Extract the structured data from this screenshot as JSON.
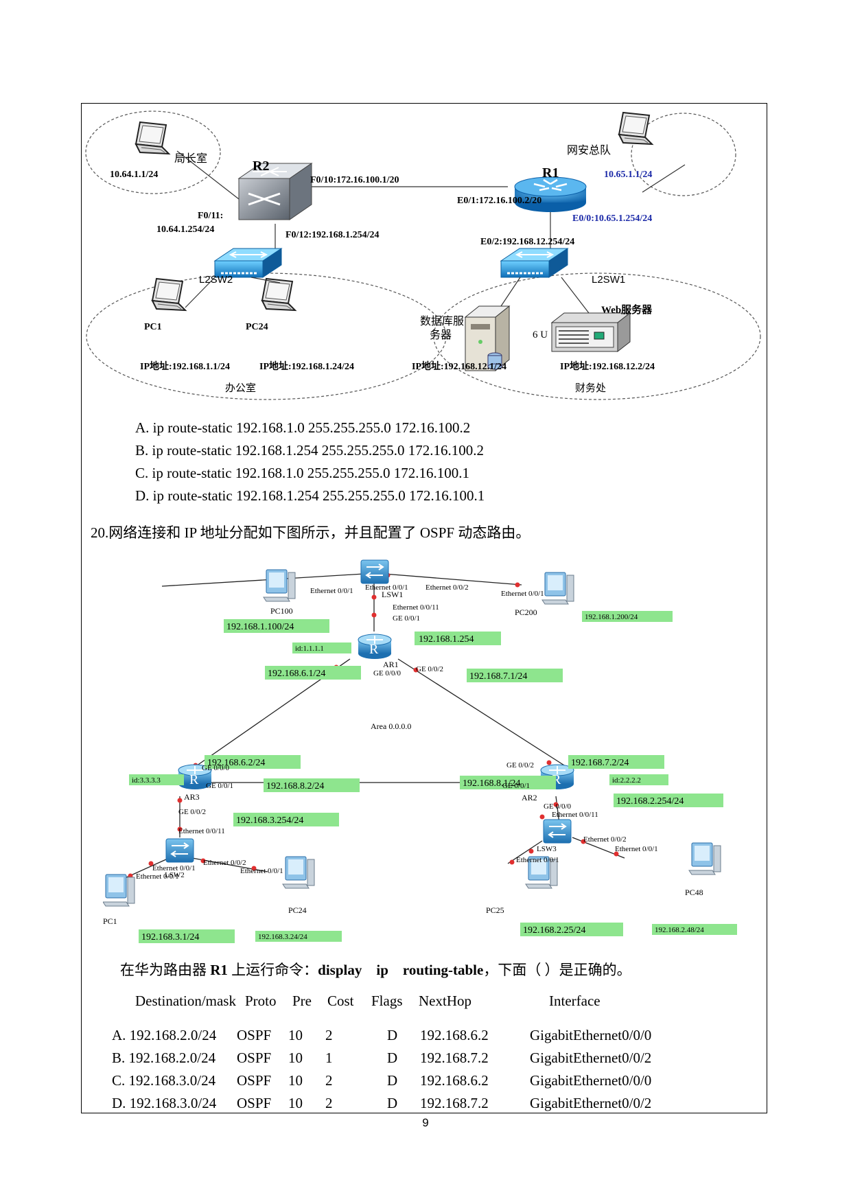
{
  "diagram1": {
    "r2": {
      "name": "R2",
      "f010": "F0/10:172.16.100.1/20",
      "f011_a": "F0/11:",
      "f011_b": "10.64.1.254/24",
      "f012": "F0/12:192.168.1.254/24"
    },
    "r1": {
      "name": "R1",
      "e01": "E0/1:172.16.100.2/20",
      "e00": "E0/0:10.65.1.254/24",
      "e02": "E0/2:192.168.12.254/24"
    },
    "juzhang": {
      "label": "局长室",
      "ip": "10.64.1.1/24"
    },
    "wangan": {
      "label": "网安总队",
      "ip": "10.65.1.1/24"
    },
    "l2sw2": "L2SW2",
    "l2sw1": "L2SW1",
    "pc1": {
      "label": "PC1",
      "ip": "IP地址:192.168.1.1/24"
    },
    "pc24": {
      "label": "PC24",
      "ip": "IP地址:192.168.1.24/24"
    },
    "office": "办公室",
    "db": {
      "line1": "数据库服",
      "line2": "务器",
      "ip": "IP地址:192.168.12.1/24"
    },
    "u6": "6 U",
    "web": {
      "label": "Web服务器",
      "ip": "IP地址:192.168.12.2/24"
    },
    "finance": "财务处"
  },
  "q19_options": [
    "A. ip route-static 192.168.1.0 255.255.255.0 172.16.100.2",
    "B. ip route-static 192.168.1.254 255.255.255.0 172.16.100.2",
    "C. ip route-static 192.168.1.0 255.255.255.0 172.16.100.1",
    "D. ip route-static 192.168.1.254 255.255.255.0 172.16.100.1"
  ],
  "q20": {
    "stem": "20.网络连接和 IP 地址分配如下图所示，并且配置了 OSPF 动态路由。",
    "cmd_pre": "在华为路由器 ",
    "cmd_r1": "R1",
    "cmd_mid": " 上运行命令：",
    "cmd": "display    ip    routing-table",
    "cmd_post": "，下面（     ）是正确的。",
    "headers": [
      "Destination/mask",
      "Proto",
      "Pre",
      "Cost",
      "Flags",
      "NextHop",
      "Interface"
    ],
    "rows": [
      [
        "A. 192.168.2.0/24",
        "OSPF",
        "10",
        "2",
        "D",
        "192.168.6.2",
        "GigabitEthernet0/0/0"
      ],
      [
        "B. 192.168.2.0/24",
        "OSPF",
        "10",
        "1",
        "D",
        "192.168.7.2",
        "GigabitEthernet0/0/2"
      ],
      [
        "C. 192.168.3.0/24",
        "OSPF",
        "10",
        "2",
        "D",
        "192.168.6.2",
        "GigabitEthernet0/0/0"
      ],
      [
        "D. 192.168.3.0/24",
        "OSPF",
        "10",
        "2",
        "D",
        "192.168.7.2",
        "GigabitEthernet0/0/2"
      ]
    ]
  },
  "diagram2": {
    "pc100": {
      "label": "PC100",
      "ip": "192.168.1.100/24",
      "port": "Ethernet 0/0/1"
    },
    "lsw1": {
      "label": "LSW1",
      "p1": "Ethernet 0/0/1",
      "p2": "Ethernet 0/0/2",
      "p11": "Ethernet 0/0/11"
    },
    "pc200": {
      "label": "PC200",
      "ip": "192.168.1.200/24",
      "port": "Ethernet 0/0/1"
    },
    "ar1": {
      "label": "AR1",
      "ge1": "GE 0/0/1",
      "ge0": "GE 0/0/0",
      "ge2": "GE 0/0/2",
      "id": "id:1.1.1.1",
      "ip1": "192.168.1.254",
      "ip6": "192.168.6.1/24",
      "ip7": "192.168.7.1/24"
    },
    "area": "Area  0.0.0.0",
    "ar3": {
      "label": "AR3",
      "ge0": "GE 0/0/0",
      "ge1": "GE 0/0/1",
      "ge2": "GE 0/0/2",
      "id": "id:3.3.3.3",
      "ip6": "192.168.6.2/24",
      "ip8": "192.168.8.2/24",
      "ip3": "192.168.3.254/24"
    },
    "ar2": {
      "label": "AR2",
      "ge2": "GE 0/0/2",
      "ge1": "GE 0/0/1",
      "ge0": "GE 0/0/0",
      "id": "id:2.2.2.2",
      "ip7": "192.168.7.2/24",
      "ip8": "192.168.8.1/24",
      "ip2": "192.168.2.254/24"
    },
    "lsw2": {
      "label": "LSW2",
      "p11": "Ethernet 0/0/11",
      "p1": "Ethernet 0/0/1",
      "p2": "Ethernet 0/0/2"
    },
    "pc1": {
      "label": "PC1",
      "ip": "192.168.3.1/24",
      "port": "Ethernet 0/0/1"
    },
    "pc24": {
      "label": "PC24",
      "ip": "192.168.3.24/24",
      "port": "Ethernet 0/0/1"
    },
    "lsw3": {
      "label": "LSW3",
      "p11": "Ethernet 0/0/11",
      "p1": "Ethernet 0/0/1",
      "p2": "Ethernet 0/0/2"
    },
    "pc25": {
      "label": "PC25",
      "ip": "192.168.2.25/24",
      "port": "Ethernet 0/0/1"
    },
    "pc48": {
      "label": "PC48",
      "ip": "192.168.2.48/24",
      "port": "Ethernet 0/0/1"
    }
  },
  "page_number": "9",
  "colors": {
    "ip_highlight": "#8ee58e",
    "blue_text": "#1c2aa8",
    "port_dot": "#e03030",
    "router_blue": "#2f86c8"
  }
}
